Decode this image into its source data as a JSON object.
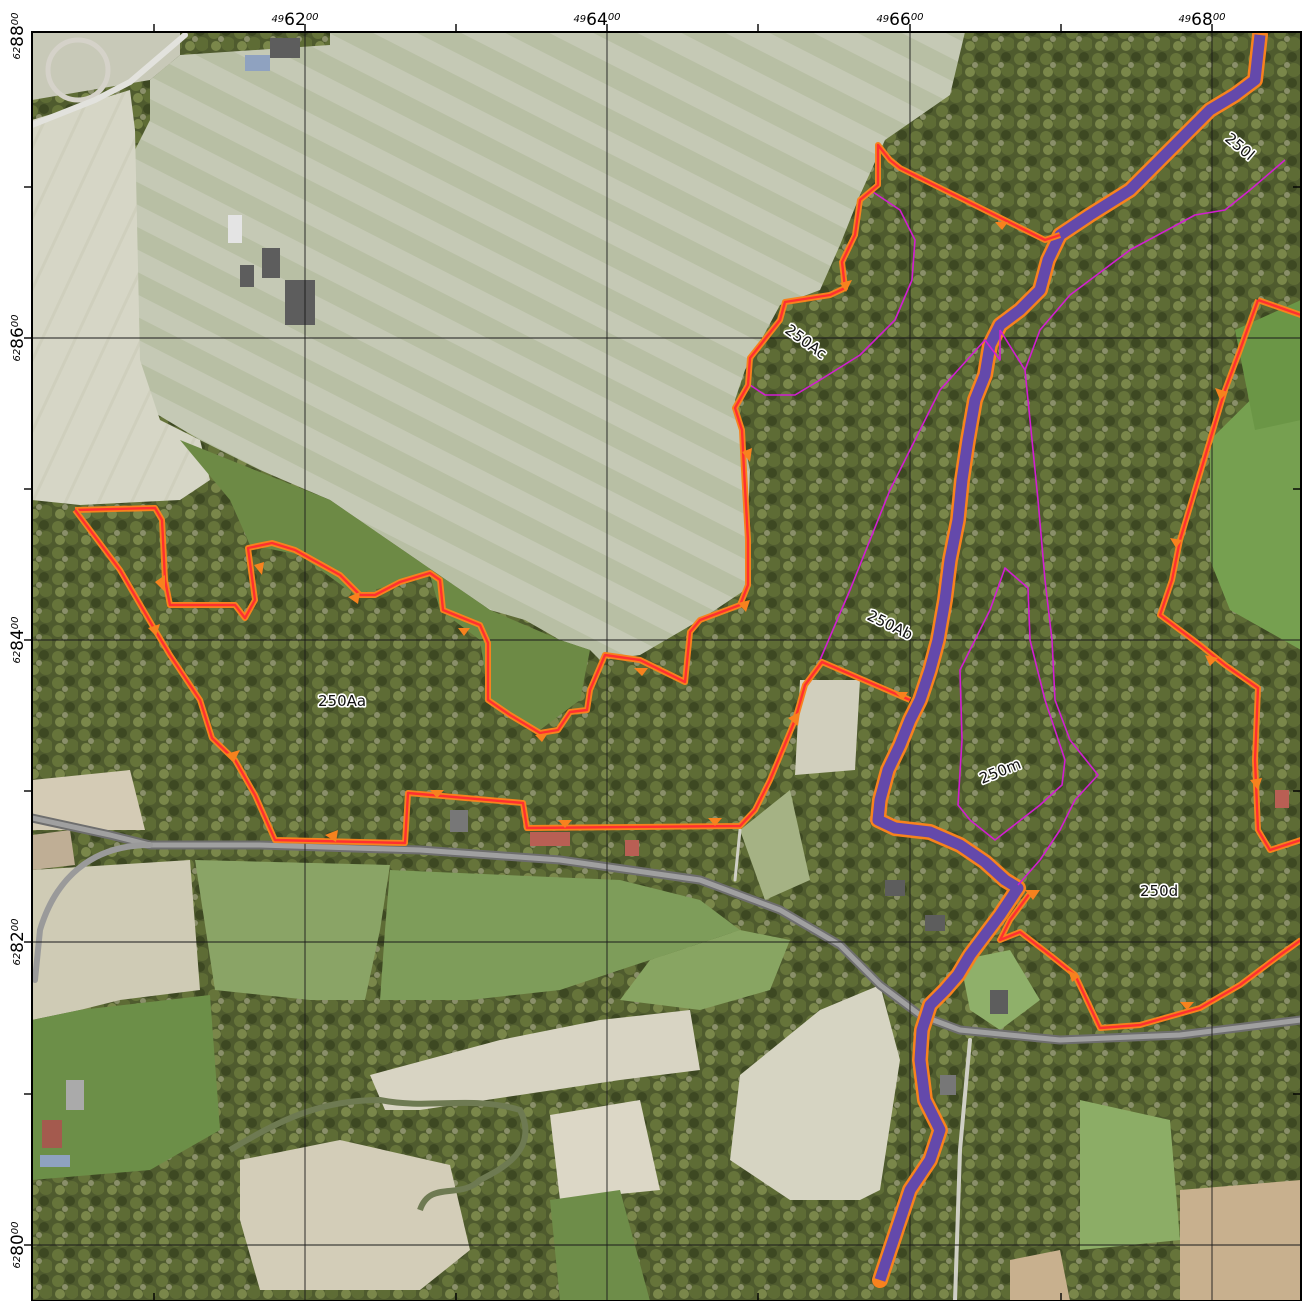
{
  "map": {
    "x_axis": {
      "labels": [
        {
          "prefix": "49",
          "major": "62",
          "minor": "00"
        },
        {
          "prefix": "49",
          "major": "64",
          "minor": "00"
        },
        {
          "prefix": "49",
          "major": "66",
          "minor": "00"
        },
        {
          "prefix": "49",
          "major": "68",
          "minor": "00"
        }
      ]
    },
    "y_axis": {
      "labels": [
        {
          "prefix": "62",
          "major": "88",
          "minor": "00"
        },
        {
          "prefix": "62",
          "major": "86",
          "minor": "00"
        },
        {
          "prefix": "62",
          "major": "84",
          "minor": "00"
        },
        {
          "prefix": "62",
          "major": "82",
          "minor": "00"
        },
        {
          "prefix": "62",
          "major": "80",
          "minor": "00"
        }
      ]
    },
    "zones": [
      {
        "id": "250Aa",
        "label": "250Aa"
      },
      {
        "id": "250Ac",
        "label": "250Ac"
      },
      {
        "id": "250Ab",
        "label": "250Ab"
      },
      {
        "id": "250l",
        "label": "250l"
      },
      {
        "id": "250m",
        "label": "250m"
      },
      {
        "id": "250d",
        "label": "250d"
      }
    ],
    "colors": {
      "boundary_red": "#ff3030",
      "boundary_orange": "#f7821e",
      "stream_blue": "#4a3fc4",
      "subzone_magenta": "#d21ed2",
      "grid": "#1a1a1a",
      "field_light": "#cdd1c0",
      "forest_dark": "#4d5a2c",
      "meadow_green": "#6f8f4a",
      "road": "#8a8a8a"
    },
    "imagery": "aerial-orthophoto"
  }
}
